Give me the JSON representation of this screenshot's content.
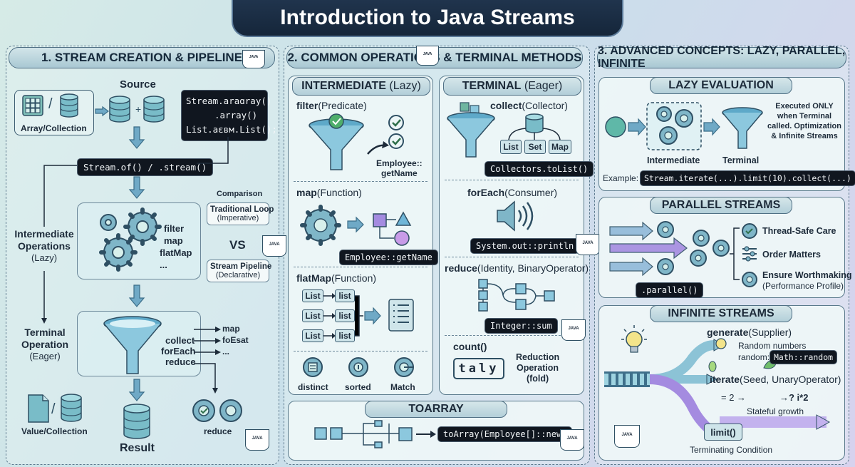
{
  "title": "Introduction to Java Streams",
  "sections": {
    "s1": "1. STREAM CREATION & PIPELINE",
    "s2": "2. COMMON OPERATIONS & TERMINAL METHODS",
    "s3": "3. ADVANCED CONCEPTS: LAZY, PARALLEL, INFINITE"
  },
  "s1": {
    "source": "Source",
    "array_collection": "Array/Collection",
    "code_lines": [
      "Stream.araɑray()",
      ".array()",
      "List.aεвм.List();"
    ],
    "stream_of": "Stream.of() / .stream()",
    "comparison": "Comparison",
    "traditional_title": "Traditional Loop",
    "traditional_sub": "(Imperative)",
    "vs": "VS",
    "pipeline_title": "Stream Pipeline",
    "pipeline_sub": "(Declarative)",
    "intermediate_ops": [
      "filter",
      "map",
      "flatMap",
      "..."
    ],
    "intermediate_label": "Intermediate Operations",
    "intermediate_sub": "(Lazy)",
    "terminal_ops": [
      "collect",
      "forEach",
      "reduce"
    ],
    "terminal_label": "Terminal Operation",
    "terminal_sub": "(Eager)",
    "out_labels": [
      "map",
      "foEsat",
      "..."
    ],
    "value_collection": "Value/Collection",
    "result": "Result",
    "reduce": "reduce"
  },
  "s2": {
    "intermediate_title": "INTERMEDIATE",
    "intermediate_sub": "(Lazy)",
    "terminal_title": "TERMINAL",
    "terminal_sub": "(Eager)",
    "filter": "filter",
    "filter_arg": "(Predicate)",
    "filter_out": "Employee::\ngetName",
    "map": "map",
    "map_arg": "(Function)",
    "map_code": "Employee::getName",
    "flatmap": "flatMap",
    "flatmap_arg": "(Function)",
    "list": "List",
    "list_lower": "list",
    "distinct": "distinct",
    "sorted": "sorted",
    "match": "Match",
    "collect": "collect",
    "collect_arg": "(Collector)",
    "collectors": [
      "List",
      "Set",
      "Map"
    ],
    "collect_code": "Collectors.toList()",
    "foreach": "forEach",
    "foreach_arg": "(Consumer)",
    "foreach_code": "System.out::println",
    "reduce": "reduce",
    "reduce_arg": "(Identity, BinaryOperator)",
    "reduce_code": "Integer::sum",
    "count": "count()",
    "tally": "taly",
    "reduction": "Reduction\nOperation\n(fold)",
    "toarray_title": "TOARRAY",
    "toarray_code": "toArray(Employee[]::new)"
  },
  "s3": {
    "lazy_title": "LAZY EVALUATION",
    "lazy_intermediate": "Intermediate",
    "lazy_terminal": "Terminal",
    "lazy_note": "Executed ONLY when Terminal called. Optimization & Infinite Streams",
    "example_label": "Example:",
    "example_code": "Stream.iterate(...).limit(10).collect(...)",
    "parallel_title": "PARALLEL STREAMS",
    "parallel_code": ".parallel()",
    "parallel_items": [
      "Thread-Safe Care",
      "Order Matters",
      "Ensure Worthmaking"
    ],
    "parallel_sub": "(Performance Profile)",
    "infinite_title": "INFINITE STREAMS",
    "generate": "generate",
    "generate_arg": "(Supplier)",
    "random_line1": "Random numbers",
    "random_label": "random:",
    "random_code": "Math::random",
    "iterate": "iterate",
    "iterate_arg": "(Seed, UnaryOperator)",
    "iterate_expr1": "= 2 →",
    "iterate_expr2": "→? i*2",
    "stateful": "Stateful growth",
    "limit": "limit()",
    "terminating": "Terminating Condition"
  },
  "mug_text": "JAVA",
  "colors": {
    "title_bg": "#15263a",
    "code_bg": "#10161f",
    "accent": "#6fa9c6",
    "purple": "#a48be0"
  }
}
